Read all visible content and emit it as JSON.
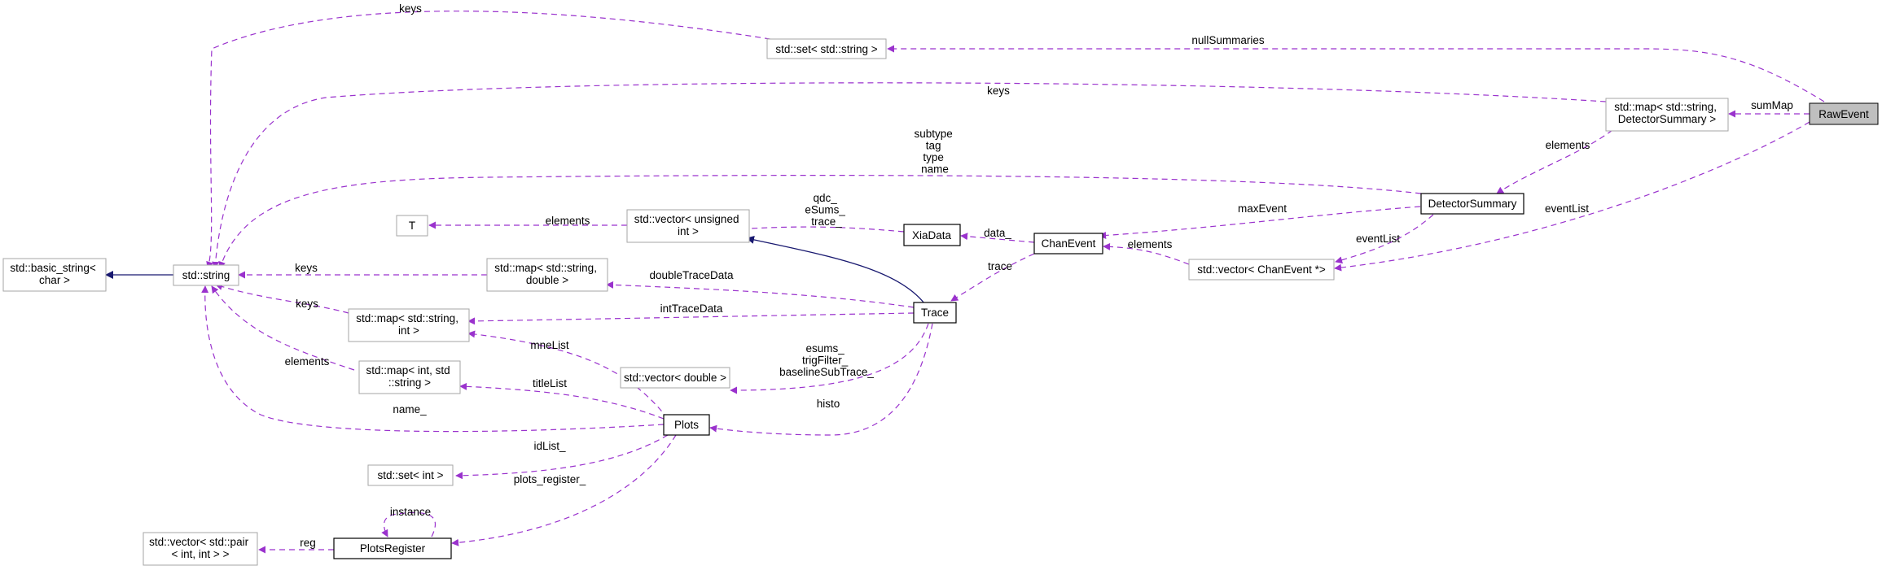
{
  "diagram": {
    "nodes": {
      "raw_event": {
        "lines": [
          "RawEvent"
        ]
      },
      "set_string": {
        "lines": [
          "std::set< std::string >"
        ]
      },
      "map_detector_summary": {
        "lines": [
          "std::map< std::string,",
          "DetectorSummary >"
        ]
      },
      "detector_summary": {
        "lines": [
          "DetectorSummary"
        ]
      },
      "vector_chan_event": {
        "lines": [
          "std::vector< ChanEvent *>"
        ]
      },
      "chan_event": {
        "lines": [
          "ChanEvent"
        ]
      },
      "xia_data": {
        "lines": [
          "XiaData"
        ]
      },
      "vector_unsigned_int": {
        "lines": [
          "std::vector< unsigned",
          "int >"
        ]
      },
      "t": {
        "lines": [
          "T"
        ]
      },
      "std_string": {
        "lines": [
          "std::string"
        ]
      },
      "basic_string": {
        "lines": [
          "std::basic_string<",
          "char >"
        ]
      },
      "map_string_double": {
        "lines": [
          "std::map< std::string,",
          "double >"
        ]
      },
      "map_string_int": {
        "lines": [
          "std::map< std::string,",
          "int >"
        ]
      },
      "map_int_string": {
        "lines": [
          "std::map< int, std",
          "::string >"
        ]
      },
      "trace": {
        "lines": [
          "Trace"
        ]
      },
      "vector_double": {
        "lines": [
          "std::vector< double >"
        ]
      },
      "plots": {
        "lines": [
          "Plots"
        ]
      },
      "set_int": {
        "lines": [
          "std::set< int >"
        ]
      },
      "plots_register": {
        "lines": [
          "PlotsRegister"
        ]
      },
      "vector_pair": {
        "lines": [
          "std::vector< std::pair",
          "< int, int > >"
        ]
      }
    },
    "edges": {
      "null_summaries": [
        "nullSummaries"
      ],
      "sum_map": [
        "sumMap"
      ],
      "event_list_raw": [
        "eventList"
      ],
      "elements_map_ds": [
        "elements"
      ],
      "keys_set": [
        "keys"
      ],
      "keys_map_ds": [
        "keys"
      ],
      "ds_string": [
        "subtype",
        "tag",
        "type",
        "name"
      ],
      "max_event": [
        "maxEvent"
      ],
      "event_list_ds": [
        "eventList"
      ],
      "elements_vec_ce": [
        "elements"
      ],
      "data": [
        "data_"
      ],
      "trace_member": [
        "trace"
      ],
      "qdc": [
        "qdc_",
        "eSums_",
        "trace_"
      ],
      "elements_t": [
        "elements"
      ],
      "keys_map_double": [
        "keys"
      ],
      "double_trace_data": [
        "doubleTraceData"
      ],
      "int_trace_data": [
        "intTraceData"
      ],
      "keys_map_int": [
        "keys"
      ],
      "elements_map_int_str": [
        "elements"
      ],
      "esums": [
        "esums_",
        "trigFilter_",
        "baselineSubTrace_"
      ],
      "histo": [
        "histo"
      ],
      "mne_list": [
        "mneList"
      ],
      "title_list": [
        "titleList"
      ],
      "name": [
        "name_"
      ],
      "id_list": [
        "idList_"
      ],
      "plots_register_member": [
        "plots_register_"
      ],
      "instance": [
        "instance"
      ],
      "reg": [
        "reg"
      ]
    }
  }
}
